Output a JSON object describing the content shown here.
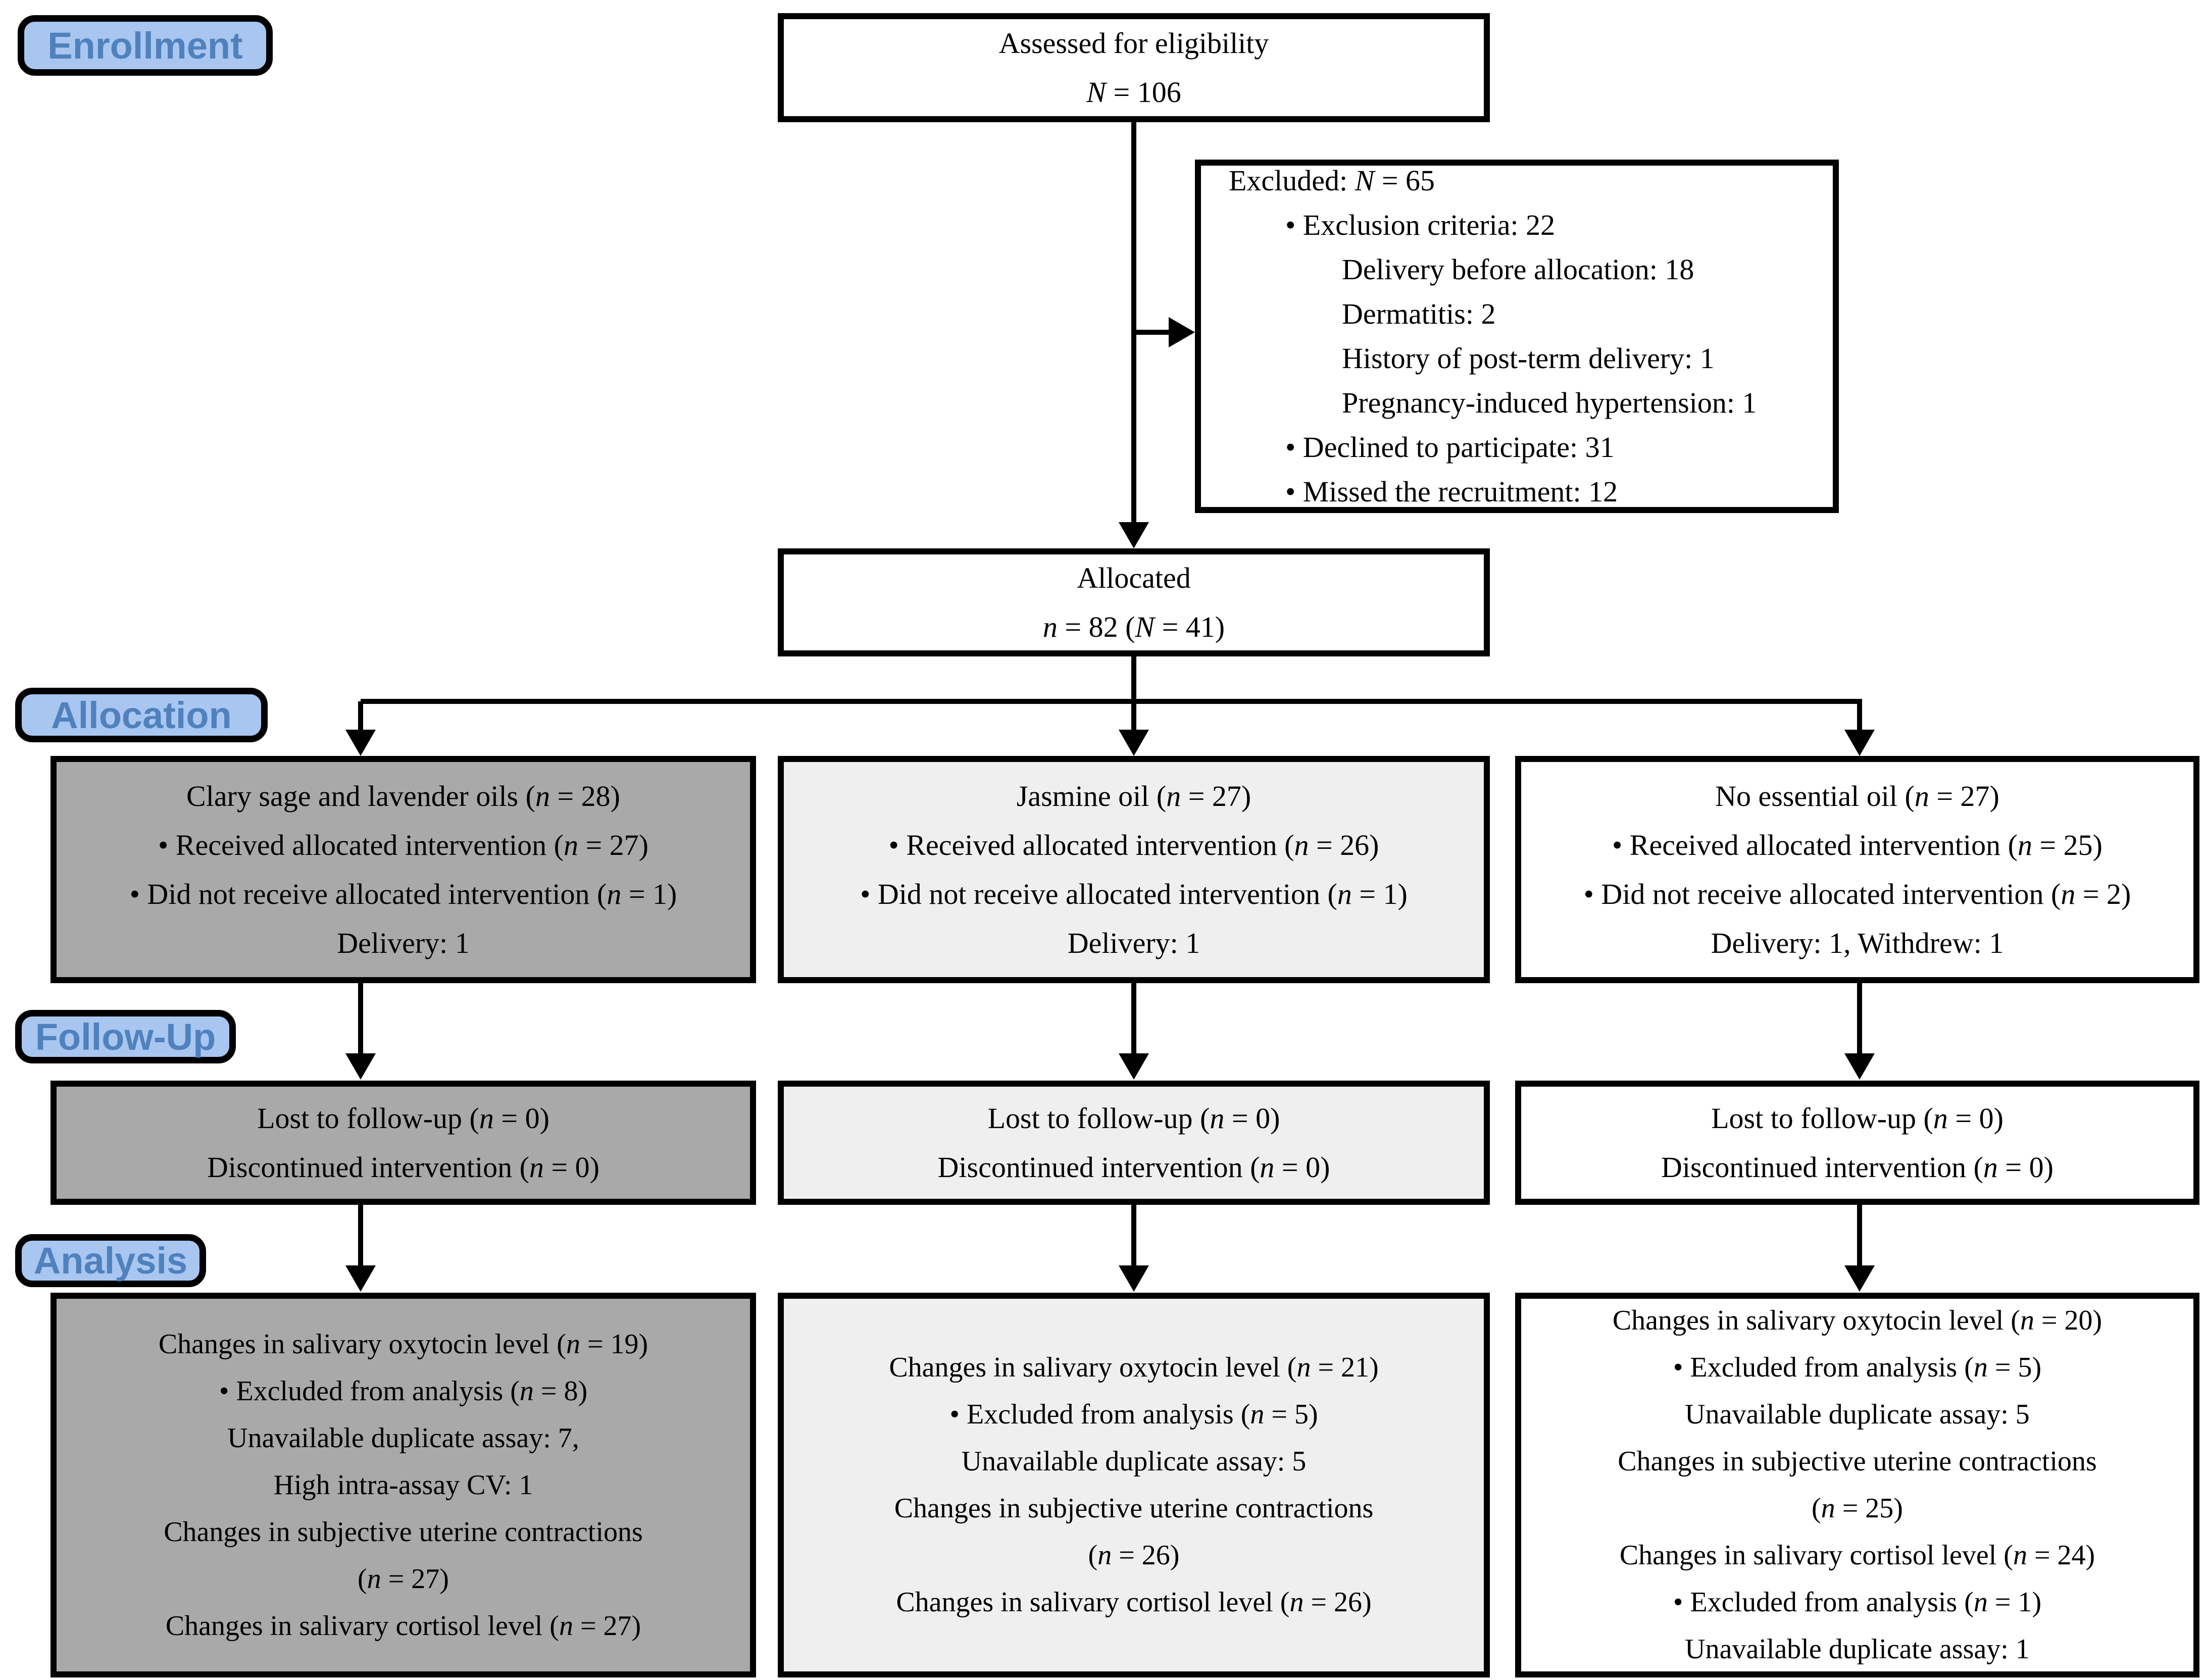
{
  "colors": {
    "arm1_fill": "#a9a9a9",
    "arm2_fill": "#efefef",
    "arm3_fill": "#ffffff",
    "stage_label_fill": "#a9c6f0",
    "stage_label_text": "#4f81bd",
    "line_color": "#000000"
  },
  "stage_labels": {
    "enrollment": "Enrollment",
    "allocation": "Allocation",
    "followup": "Follow-Up",
    "analysis": "Analysis"
  },
  "boxes": {
    "assessed": {
      "lines": [
        "Assessed for eligibility",
        "N = 106"
      ]
    },
    "excluded": {
      "lines": [
        "Excluded: N = 65",
        "\t• Exclusion criteria: 22",
        "\t\tDelivery before allocation: 18",
        "\t\tDermatitis: 2",
        "\t\tHistory of post-term delivery: 1",
        "\t\tPregnancy-induced hypertension: 1",
        "\t• Declined to participate: 31",
        "\t• Missed the recruitment: 12"
      ]
    },
    "allocated": {
      "lines": [
        "Allocated",
        "n = 82 (N = 41)"
      ]
    },
    "arms": [
      {
        "allocation": [
          "Clary sage and lavender oils (n = 28)",
          "• Received allocated intervention (n = 27)",
          "• Did not receive allocated intervention (n = 1)",
          "Delivery: 1"
        ],
        "followup": [
          "Lost to follow-up (n = 0)",
          "Discontinued intervention (n = 0)"
        ],
        "analysis": [
          "Changes in salivary oxytocin level (n = 19)",
          "• Excluded from analysis (n = 8)",
          "Unavailable duplicate assay: 7,",
          "High intra-assay CV: 1",
          "Changes in subjective uterine contractions",
          "(n = 27)",
          "Changes in salivary cortisol level (n = 27)"
        ]
      },
      {
        "allocation": [
          "Jasmine oil (n = 27)",
          "• Received allocated intervention (n = 26)",
          "• Did not receive allocated intervention (n = 1)",
          "Delivery: 1"
        ],
        "followup": [
          "Lost to follow-up (n = 0)",
          "Discontinued intervention (n = 0)"
        ],
        "analysis": [
          "Changes in salivary oxytocin level (n = 21)",
          "• Excluded from analysis (n = 5)",
          "Unavailable duplicate assay: 5",
          "Changes in subjective uterine contractions",
          "(n = 26)",
          "Changes in salivary cortisol level (n = 26)"
        ]
      },
      {
        "allocation": [
          "No essential oil (n = 27)",
          "• Received allocated intervention (n = 25)",
          "• Did not receive allocated intervention (n = 2)",
          "Delivery: 1, Withdrew: 1"
        ],
        "followup": [
          "Lost to follow-up (n = 0)",
          "Discontinued intervention (n = 0)"
        ],
        "analysis": [
          "Changes in salivary oxytocin level (n = 20)",
          "• Excluded from analysis (n = 5)",
          "Unavailable duplicate assay: 5",
          "Changes in subjective uterine contractions",
          "(n = 25)",
          "Changes in salivary cortisol level (n = 24)",
          "• Excluded from analysis (n = 1)",
          "Unavailable duplicate assay: 1"
        ]
      }
    ]
  }
}
